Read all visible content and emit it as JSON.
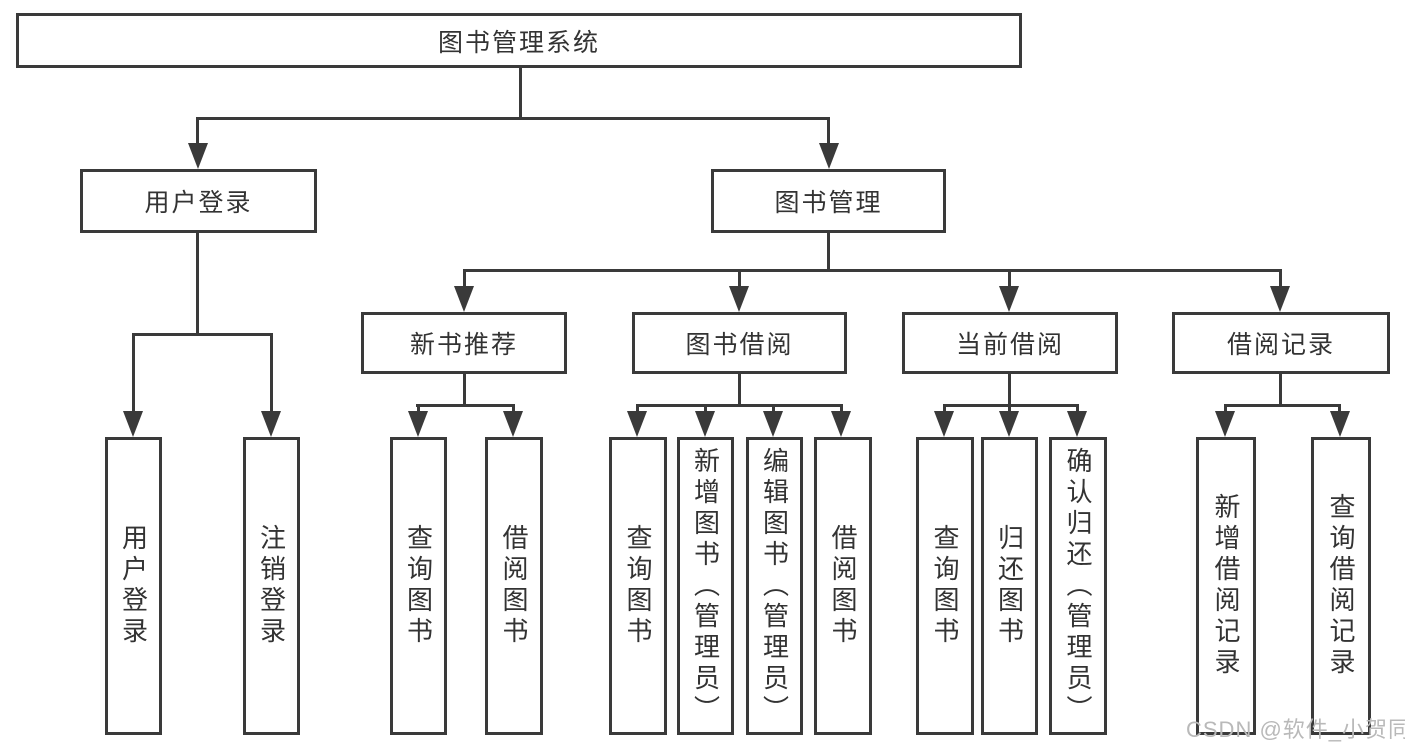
{
  "diagram": {
    "title_node": "图书管理系统",
    "type": "hierarchy-tree"
  },
  "tree": {
    "root": {
      "label": "图书管理系统"
    },
    "login": {
      "label": "用户登录",
      "leaves": [
        {
          "label": "用户登录"
        },
        {
          "label": "注销登录"
        }
      ]
    },
    "mgmt": {
      "label": "图书管理",
      "children": [
        {
          "label": "新书推荐",
          "leaves": [
            {
              "label": "查询图书"
            },
            {
              "label": "借阅图书"
            }
          ]
        },
        {
          "label": "图书借阅",
          "leaves": [
            {
              "label": "查询图书"
            },
            {
              "label": "新增图书（管理员）"
            },
            {
              "label": "编辑图书（管理员）"
            },
            {
              "label": "借阅图书"
            }
          ]
        },
        {
          "label": "当前借阅",
          "leaves": [
            {
              "label": "查询图书"
            },
            {
              "label": "归还图书"
            },
            {
              "label": "确认归还（管理员）"
            }
          ]
        },
        {
          "label": "借阅记录",
          "leaves": [
            {
              "label": "新增借阅记录"
            },
            {
              "label": "查询借阅记录"
            }
          ]
        }
      ]
    }
  },
  "watermark": {
    "text": "CSDN @软件_小贺同学"
  },
  "colors": {
    "line": "#3a3a3a",
    "box_border": "#3a3a3a",
    "text": "#333333",
    "watermark": "#b9b9b9",
    "background": "#ffffff"
  }
}
